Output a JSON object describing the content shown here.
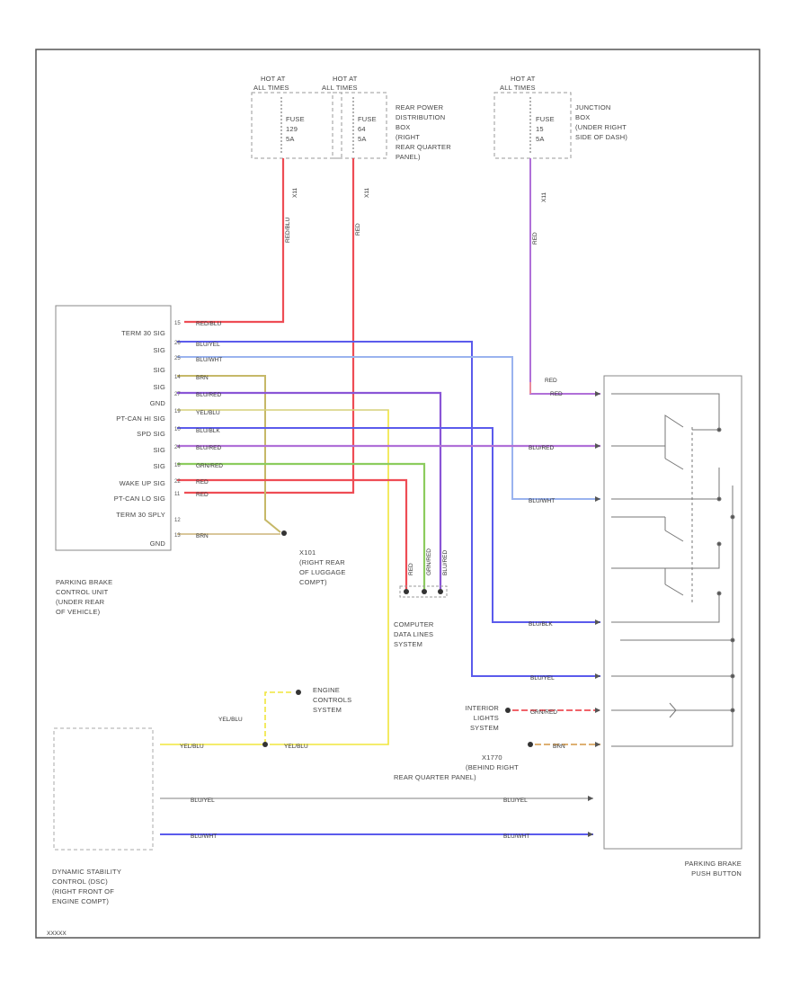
{
  "fuse_boxes": [
    {
      "hot": "HOT AT",
      "hot2": "ALL TIMES",
      "fuse": "FUSE",
      "num": "129",
      "amp": "5A",
      "splice": "X11"
    },
    {
      "hot": "HOT AT",
      "hot2": "ALL TIMES",
      "fuse": "FUSE",
      "num": "64",
      "amp": "5A",
      "splice": "X11"
    },
    {
      "hot": "HOT AT",
      "hot2": "ALL TIMES",
      "fuse": "FUSE",
      "num": "15",
      "amp": "5A",
      "splice": "X11"
    }
  ],
  "rear_box_label": [
    "REAR POWER",
    "DISTRIBUTION",
    "BOX",
    "(RIGHT",
    "REAR QUARTER",
    "PANEL)"
  ],
  "junction_label": [
    "JUNCTION",
    "BOX",
    "(UNDER RIGHT",
    "SIDE OF DASH)"
  ],
  "ecu_pins": [
    "TERM 30 SIG",
    "SIG",
    "SIG",
    "SIG",
    "GND",
    "PT-CAN HI SIG",
    "SPD SIG",
    "SIG",
    "SIG",
    "WAKE UP SIG",
    "PT-CAN LO SIG",
    "TERM 30 SPLY",
    "",
    "GND"
  ],
  "ecu_wire_labels": [
    "RED/BLU",
    "BLU/YEL",
    "BLU/WHT",
    "BRN",
    "BLU/RED",
    "YEL/BLU",
    "BLU/BLK",
    "BLU/RED",
    "GRN/RED",
    "RED",
    "RED",
    "",
    "BRN"
  ],
  "ecu_label": [
    "PARKING BRAKE",
    "CONTROL UNIT",
    "(UNDER REAR",
    "OF VEHICLE)"
  ],
  "ground_label": [
    "X101",
    "(RIGHT REAR",
    "OF LUGGAGE",
    "COMPT)"
  ],
  "datalines_label": [
    "COMPUTER",
    "DATA LINES",
    "SYSTEM"
  ],
  "datalines_wires": [
    "RED",
    "GRN/RED",
    "BLU/RED"
  ],
  "engine_label": [
    "ENGINE",
    "CONTROLS",
    "SYSTEM"
  ],
  "engine_wire": "YEL/BLU",
  "dsc_wire1": "YEL/BLU",
  "dsc_wire2": "YEL/BLU",
  "dsc_label": [
    "DYNAMIC STABILITY",
    "CONTROL (DSC)",
    "(RIGHT FRONT OF",
    "ENGINE COMPT)"
  ],
  "bottom_wires": [
    "BLU/YEL",
    "BLU/WHT"
  ],
  "interior_label": [
    "INTERIOR",
    "LIGHTS",
    "SYSTEM"
  ],
  "interior_wire": "GRN/RED",
  "ground2_label": [
    "X1770",
    "(BEHIND RIGHT",
    "REAR QUARTER PANEL)"
  ],
  "ground2_wire": "BRN",
  "pb_wires": [
    "RED",
    "BLU/RED",
    "BLU/WHT",
    "BLU/BLK",
    "BLU/YEL"
  ],
  "pb_label": [
    "PARKING BRAKE",
    "PUSH BUTTON"
  ],
  "figure_id": "XXXXX",
  "colors": {
    "red": "#ee4d55",
    "pink": "#e98a9a",
    "blue": "#5b5bec",
    "light_blue": "#9ab3ef",
    "violet": "#8a55d6",
    "purple": "#b070d8",
    "yellow": "#f0e53b",
    "olive": "#c6b868",
    "green": "#8ccc5e",
    "gray": "#9a9a9a",
    "brown": "#d9c79a"
  }
}
